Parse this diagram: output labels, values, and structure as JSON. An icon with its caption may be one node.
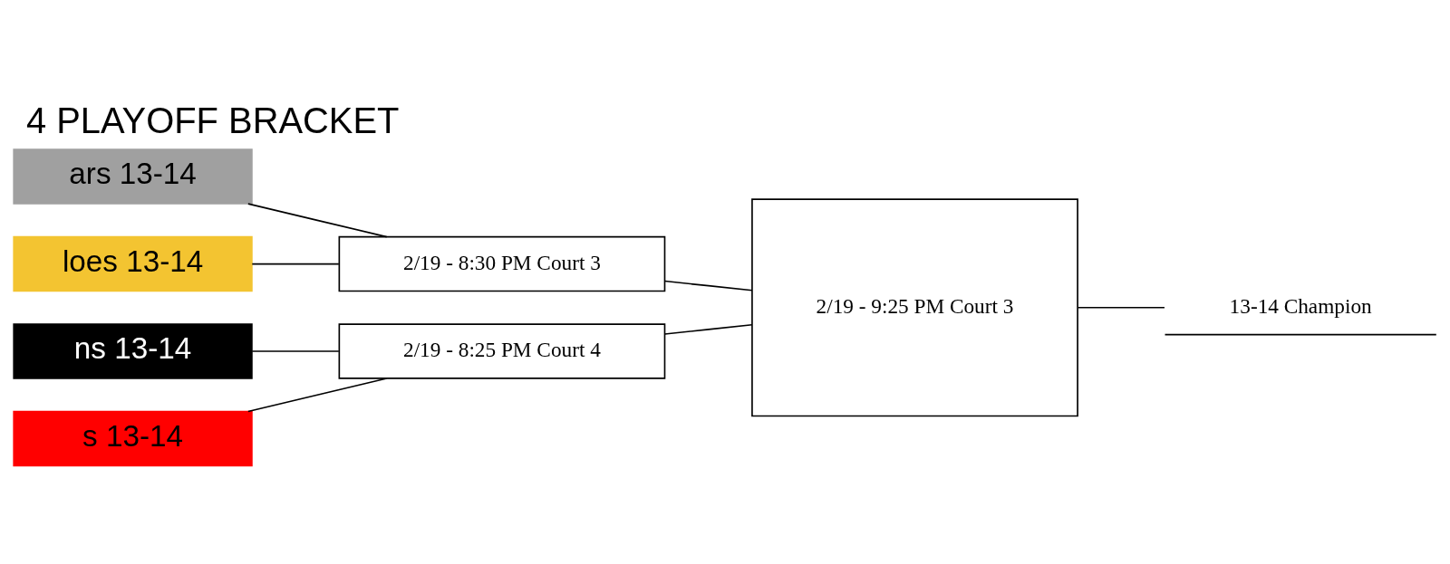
{
  "diagram": {
    "title": "4 PLAYOFF BRACKET",
    "nodes": [
      {
        "text": [
          "ars 13-14"
        ]
      },
      {
        "text": [
          "2/19 - 8:30 PM Court 3"
        ]
      },
      {
        "text": [
          "loes 13-14"
        ]
      },
      {
        "text": [
          "ns 13-14"
        ]
      },
      {
        "text": [
          "2/19 - 8:25 PM Court 4"
        ]
      },
      {
        "text": [
          "s 13-14"
        ]
      },
      {
        "text": [
          "2/19 - 9:25 PM Court 3"
        ]
      },
      {
        "text": [
          "13-14 Champion"
        ]
      }
    ],
    "edges": [
      {
        "from": 0,
        "to": 1,
        "arrow": "none"
      },
      {
        "from": 2,
        "to": 1,
        "arrow": "none"
      },
      {
        "from": 3,
        "to": 4,
        "arrow": "none"
      },
      {
        "from": 5,
        "to": 4,
        "arrow": "none"
      },
      {
        "from": 1,
        "to": 6,
        "arrow": "none"
      },
      {
        "from": 4,
        "to": 6,
        "arrow": "none"
      },
      {
        "from": 6,
        "to": 7,
        "arrow": "none"
      }
    ]
  }
}
